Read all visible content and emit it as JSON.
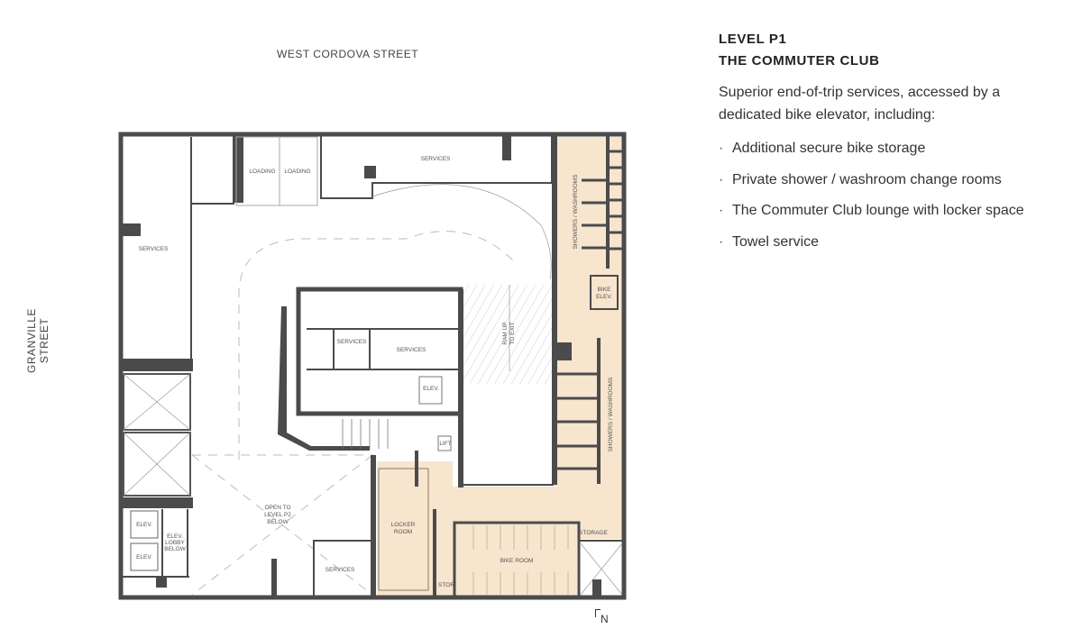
{
  "streets": {
    "north": "WEST CORDOVA STREET",
    "west": "GRANVILLE STREET"
  },
  "panel": {
    "title_line1": "LEVEL P1",
    "title_line2": "THE COMMUTER CLUB",
    "description": "Superior end-of-trip services, accessed by a dedicated bike elevator, including:",
    "bullet_char": "·",
    "bullets": [
      "Additional secure bike storage",
      "Private shower / washroom change rooms",
      "The Commuter Club lounge with locker space",
      "Towel service"
    ]
  },
  "rooms": {
    "services_left": "SERVICES",
    "loading1": "LOADING",
    "loading2": "LOADING",
    "services_top": "SERVICES",
    "showers_top": "SHOWERS / WASHROOMS",
    "bike_elev_1": "BIKE",
    "bike_elev_2": "ELEV.",
    "ramp_1": "RAM UP",
    "ramp_2": "TO EXIT",
    "services_core1": "SERVICES",
    "services_core2": "SERVICES",
    "elev_core": "ELEV.",
    "lift": "LIFT",
    "showers_bottom": "SHOWERS / WASHROOMS",
    "open_1": "OPEN TO",
    "open_2": "LEVEL P2",
    "open_3": "BELOW",
    "locker_1": "LOCKER",
    "locker_2": "ROOM",
    "services_bottom": "SERVICES",
    "bike_room": "BIKE ROOM",
    "stor": "STOR",
    "storage": "STORAGE",
    "elev1": "ELEV.",
    "elev2": "ELEV.",
    "lobby_1": "ELEV.",
    "lobby_2": "LOBBY",
    "lobby_3": "BELOW"
  },
  "north_label": "N",
  "colors": {
    "wall": "#4b4b4b",
    "commuter_club": "#f7e5cd"
  }
}
